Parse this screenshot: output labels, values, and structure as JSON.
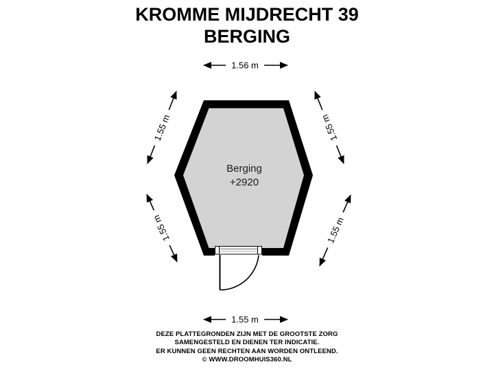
{
  "title": {
    "line1": "KROMME MIJDRECHT 39",
    "line2": "BERGING"
  },
  "room": {
    "name": "Berging",
    "level": "+2920"
  },
  "dimensions": {
    "top": "1.56 m",
    "upper_left": "1.55 m",
    "upper_right": "1.55 m",
    "lower_left": "1.55 m",
    "lower_right": "1.55 m",
    "bottom": "1.55 m"
  },
  "disclaimer": {
    "line1": "DEZE PLATTEGRONDEN ZIJN MET DE GROOTSTE ZORG",
    "line2": "SAMENGESTELD EN DIENEN TER INDICATIE.",
    "line3": "ER KUNNEN GEEN RECHTEN AAN WORDEN ONTLEEND.",
    "line4": "© WWW.DROOMHUIS360.NL"
  },
  "colors": {
    "wall": "#000000",
    "floor": "#d3d3d3",
    "background": "#ffffff",
    "text": "#000000"
  }
}
